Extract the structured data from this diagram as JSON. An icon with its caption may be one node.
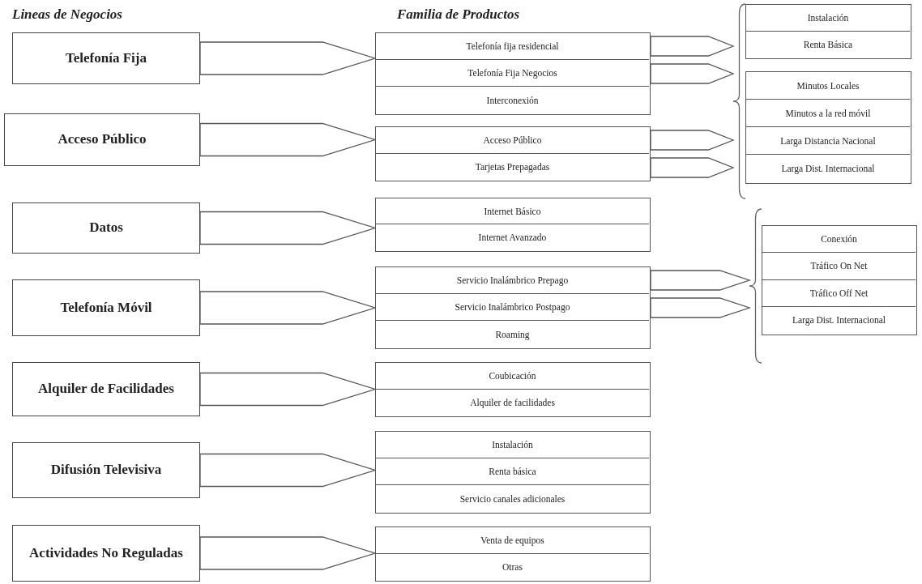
{
  "diagram": {
    "nodes": [
      {
        "text": [
          "Telefonía Fija"
        ]
      },
      {
        "text": [
          "Acceso Público"
        ]
      },
      {
        "text": [
          "Datos"
        ]
      },
      {
        "text": [
          "Telefonía Móvil"
        ]
      },
      {
        "text": [
          "Alquiler de Facilidades"
        ]
      },
      {
        "text": [
          "Difusión Televisiva"
        ]
      },
      {
        "text": [
          "Actividades No Reguladas"
        ]
      },
      {
        "text": [],
        "shape": "box"
      },
      {
        "text": [
          "Telefonía fija residencial"
        ],
        "in": 7
      },
      {
        "text": [
          "Telefonía Fija Negocios"
        ],
        "in": 7
      },
      {
        "text": [
          "Interconexión"
        ],
        "in": 7
      },
      {
        "text": [],
        "shape": "box"
      },
      {
        "text": [
          "Acceso Público"
        ],
        "in": 11
      },
      {
        "text": [
          "Tarjetas Prepagadas"
        ],
        "in": 11
      },
      {
        "text": [],
        "shape": "box"
      },
      {
        "text": [
          "Internet Básico"
        ],
        "in": 14
      },
      {
        "text": [
          "Internet Avanzado"
        ],
        "in": 14
      },
      {
        "text": [],
        "shape": "box"
      },
      {
        "text": [
          "Servicio Inalámbrico Prepago"
        ],
        "in": 17
      },
      {
        "text": [
          "Servicio Inalámbrico Postpago"
        ],
        "in": 17
      },
      {
        "text": [
          "Roaming"
        ],
        "in": 17
      },
      {
        "text": [],
        "shape": "box"
      },
      {
        "text": [
          "Coubicación"
        ],
        "in": 21
      },
      {
        "text": [
          "Alquiler de facilidades"
        ],
        "in": 21
      },
      {
        "text": [],
        "shape": "box"
      },
      {
        "text": [
          "Instalación"
        ],
        "in": 24
      },
      {
        "text": [
          "Renta básica"
        ],
        "in": 24
      },
      {
        "text": [
          "Servicio canales adicionales"
        ],
        "in": 24
      },
      {
        "text": [],
        "shape": "box"
      },
      {
        "text": [
          "Venta de equipos"
        ],
        "in": 28
      },
      {
        "text": [
          "Otras"
        ],
        "in": 28
      },
      {
        "text": [],
        "shape": "brace"
      },
      {
        "text": [],
        "shape": "box"
      },
      {
        "text": [
          "Instalación"
        ],
        "in": 32
      },
      {
        "text": [
          "Renta Básica"
        ],
        "in": 32
      },
      {
        "text": [],
        "shape": "box"
      },
      {
        "text": [
          "Minutos Locales"
        ],
        "in": 35
      },
      {
        "text": [
          "Minutos a la red móvil"
        ],
        "in": 35
      },
      {
        "text": [
          "Larga Distancia Nacional"
        ],
        "in": 35
      },
      {
        "text": [
          "Larga Dist.  Internacional"
        ],
        "in": 35
      },
      {
        "text": [],
        "shape": "brace"
      },
      {
        "text": [],
        "shape": "box"
      },
      {
        "text": [
          "Conexión"
        ],
        "in": 41
      },
      {
        "text": [
          "Tráfico On Net"
        ],
        "in": 41
      },
      {
        "text": [
          "Tráfico Off Net"
        ],
        "in": 41
      },
      {
        "text": [
          "Larga Dist.  Internacional"
        ],
        "in": 41
      }
    ],
    "edges": [
      {
        "from": 0,
        "to": 7,
        "arrow": "to"
      },
      {
        "from": 1,
        "to": 11,
        "arrow": "to"
      },
      {
        "from": 2,
        "to": 14,
        "arrow": "to"
      },
      {
        "from": 3,
        "to": 17,
        "arrow": "to"
      },
      {
        "from": 4,
        "to": 21,
        "arrow": "to"
      },
      {
        "from": 5,
        "to": 24,
        "arrow": "to"
      },
      {
        "from": 6,
        "to": 28,
        "arrow": "to"
      },
      {
        "from": 8,
        "to": 31,
        "arrow": "to"
      },
      {
        "from": 9,
        "to": 31,
        "arrow": "to"
      },
      {
        "from": 12,
        "to": 31,
        "arrow": "to"
      },
      {
        "from": 13,
        "to": 31,
        "arrow": "to"
      },
      {
        "from": 18,
        "to": 40,
        "arrow": "to"
      },
      {
        "from": 19,
        "to": 40,
        "arrow": "to"
      }
    ],
    "labels": [
      "Lineas de Negocios",
      "Familia de Productos"
    ]
  }
}
